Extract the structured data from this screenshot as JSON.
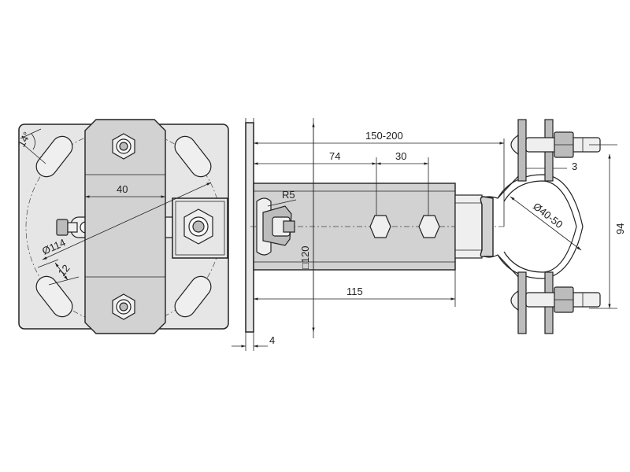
{
  "dimensions": {
    "angle": "14°",
    "slot_width_top": "40",
    "bolt_circle": "Ø114",
    "slot_width": "12",
    "radius": "R5",
    "section": "□120",
    "extension_range": "150-200",
    "offset_74": "74",
    "bolt_spacing": "30",
    "bracket_length": "115",
    "plate_thickness": "4",
    "clamp_thickness": "3",
    "pipe_diameter": "Ø40-50",
    "clamp_height": "94"
  },
  "colors": {
    "line": "#222222",
    "fill_light": "#e6e6e6",
    "fill_metal": "#d2d2d2"
  }
}
